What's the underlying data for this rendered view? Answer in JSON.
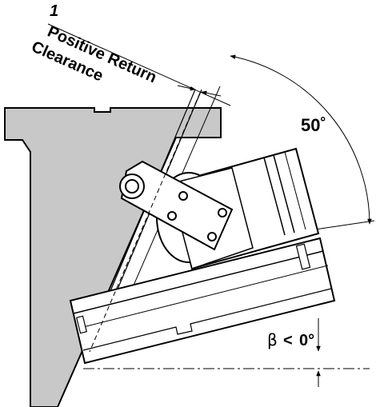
{
  "callout": {
    "number": "1",
    "line1": "Positive Return",
    "line2": "Clearance"
  },
  "angle_label": "50˚",
  "beta": {
    "symbol": "β",
    "relation": "<",
    "value": "0°"
  },
  "colors": {
    "body_fill": "#c8c8c8",
    "stroke": "#000000",
    "background": "#ffffff"
  }
}
